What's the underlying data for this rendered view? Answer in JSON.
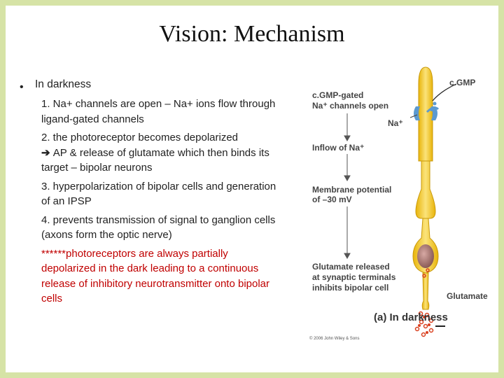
{
  "title": "Vision: Mechanism",
  "bullet": {
    "marker": "•",
    "heading": "In darkness",
    "points": [
      "1. Na+ channels are open – Na+ ions flow through  ligand-gated channels",
      "2. the photoreceptor becomes depolarized",
      "AP & release of glutamate which then binds its target – bipolar neurons",
      "3. hyperpolarization of bipolar cells and generation of an IPSP",
      "4. prevents transmission of signal to ganglion cells (axons form the optic nerve)",
      "******photoreceptors are always partially depolarized in the dark leading to a continuous release of inhibitory neurotransmitter onto bipolar cells"
    ],
    "arrow_icon": "right-arrow-icon",
    "highlight_color": "#c00000"
  },
  "figure": {
    "label_cgmp": "c.GMP",
    "label_channels_1": "c.GMP-gated",
    "label_channels_2": "Na⁺ channels open",
    "label_na": "Na⁺",
    "label_inflow": "Inflow of Na⁺",
    "label_membrane_1": "Membrane potential",
    "label_membrane_2": "of –30 mV",
    "label_glut_1": "Glutamate released",
    "label_glut_2": "at synaptic terminals",
    "label_glut_3": "inhibits bipolar cell",
    "label_glutamate": "Glutamate",
    "caption": "(a) In darkness",
    "copyright": "© 2006 John Wiley & Sons",
    "cell_color": "#f2c826",
    "channel_color": "#5c9ad0",
    "glutamate_color": "#d9401f"
  }
}
